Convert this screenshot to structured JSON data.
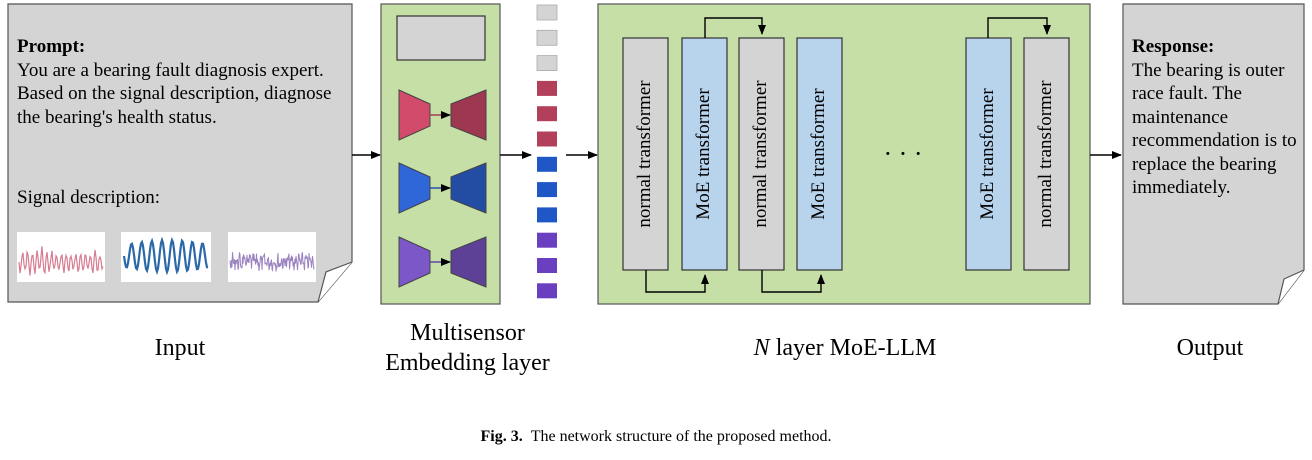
{
  "input": {
    "prompt_heading": "Prompt:",
    "prompt_body": "You are a bearing fault diagnosis expert. Based on the signal description, diagnose the bearing's health status.",
    "signal_label": "Signal description:",
    "label": "Input"
  },
  "embedding": {
    "label_line1": "Multisensor",
    "label_line2": "Embedding layer",
    "colors": [
      "#d24b6b",
      "#2f66d8",
      "#7b57c8"
    ]
  },
  "llm": {
    "label_n": "N",
    "label_rest": " layer MoE-LLM",
    "blocks": [
      "normal transformer",
      "MoE transformer",
      "normal transformer",
      "MoE transformer",
      "MoE transformer",
      "normal transformer"
    ],
    "ellipsis": "· · ·"
  },
  "output": {
    "response_heading": "Response:",
    "response_body": "The bearing is outer race fault. The maintenance recommendation is to replace the bearing immediately.",
    "label": "Output"
  },
  "caption": {
    "figure": "Fig. 3.",
    "text": "The network structure of the proposed method."
  }
}
